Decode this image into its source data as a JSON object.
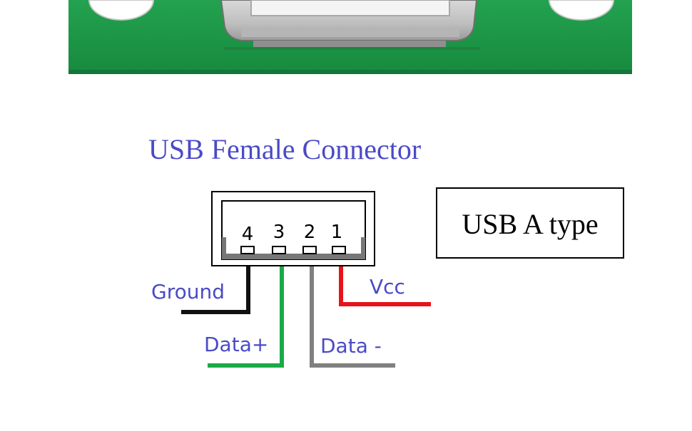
{
  "diagram": {
    "title": "USB Female Connector",
    "type_label": "USB A type",
    "pins": [
      {
        "number": "4",
        "signal": "Ground",
        "wire_color": "#111111"
      },
      {
        "number": "3",
        "signal": "Data+",
        "wire_color": "#1aaa46"
      },
      {
        "number": "2",
        "signal": "Data -",
        "wire_color": "#808080"
      },
      {
        "number": "1",
        "signal": "Vcc",
        "wire_color": "#e8121a"
      }
    ]
  },
  "colors": {
    "label_blue": "#4a4ac8",
    "pcb_green": "#1f9a48",
    "pcb_edge": "#12783a",
    "port_metal": "#c9c9c9"
  }
}
